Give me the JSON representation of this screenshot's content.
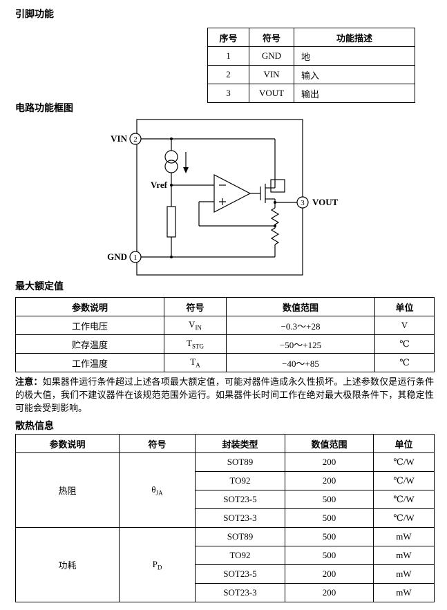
{
  "sections": {
    "pin_function": {
      "heading": "引脚功能",
      "table": {
        "headers": [
          "序号",
          "符号",
          "功能描述"
        ],
        "rows": [
          {
            "no": "1",
            "symbol": "GND",
            "desc": "地"
          },
          {
            "no": "2",
            "symbol": "VIN",
            "desc": "输入"
          },
          {
            "no": "3",
            "symbol": "VOUT",
            "desc": "输出"
          }
        ]
      }
    },
    "block_diagram": {
      "heading": "电路功能框图",
      "labels": {
        "vin": "VIN",
        "vin_pin": "2",
        "gnd": "GND",
        "gnd_pin": "1",
        "vout": "VOUT",
        "vout_pin": "3",
        "vref": "Vref"
      }
    },
    "max_ratings": {
      "heading": "最大额定值",
      "table": {
        "headers": [
          "参数说明",
          "符号",
          "数值范围",
          "单位"
        ],
        "rows": [
          {
            "param": "工作电压",
            "sym_base": "V",
            "sym_sub": "IN",
            "range": "−0.3～+28",
            "unit": "V"
          },
          {
            "param": "贮存温度",
            "sym_base": "T",
            "sym_sub": "STG",
            "range": "−50～+125",
            "unit": "℃"
          },
          {
            "param": "工作温度",
            "sym_base": "T",
            "sym_sub": "A",
            "range": "−40～+85",
            "unit": "℃"
          }
        ]
      },
      "note_label": "注意：",
      "note_text": "如果器件运行条件超过上述各项最大额定值，可能对器件造成永久性损坏。上述参数仅是运行条件的极大值，我们不建议器件在该规范范围外运行。如果器件长时间工作在绝对最大极限条件下，其稳定性可能会受到影响。"
    },
    "thermal": {
      "heading": "散热信息",
      "table": {
        "headers": [
          "参数说明",
          "符号",
          "封装类型",
          "数值范围",
          "单位"
        ],
        "groups": [
          {
            "param": "热阻",
            "sym_base": "θ",
            "sym_sub": "JA",
            "rows": [
              {
                "package": "SOT89",
                "value": "200",
                "unit": "℃/W"
              },
              {
                "package": "TO92",
                "value": "200",
                "unit": "℃/W"
              },
              {
                "package": "SOT23-5",
                "value": "500",
                "unit": "℃/W"
              },
              {
                "package": "SOT23-3",
                "value": "500",
                "unit": "℃/W"
              }
            ]
          },
          {
            "param": "功耗",
            "sym_base": "P",
            "sym_sub": "D",
            "rows": [
              {
                "package": "SOT89",
                "value": "500",
                "unit": "mW"
              },
              {
                "package": "TO92",
                "value": "500",
                "unit": "mW"
              },
              {
                "package": "SOT23-5",
                "value": "200",
                "unit": "mW"
              },
              {
                "package": "SOT23-3",
                "value": "200",
                "unit": "mW"
              }
            ]
          }
        ]
      }
    }
  }
}
